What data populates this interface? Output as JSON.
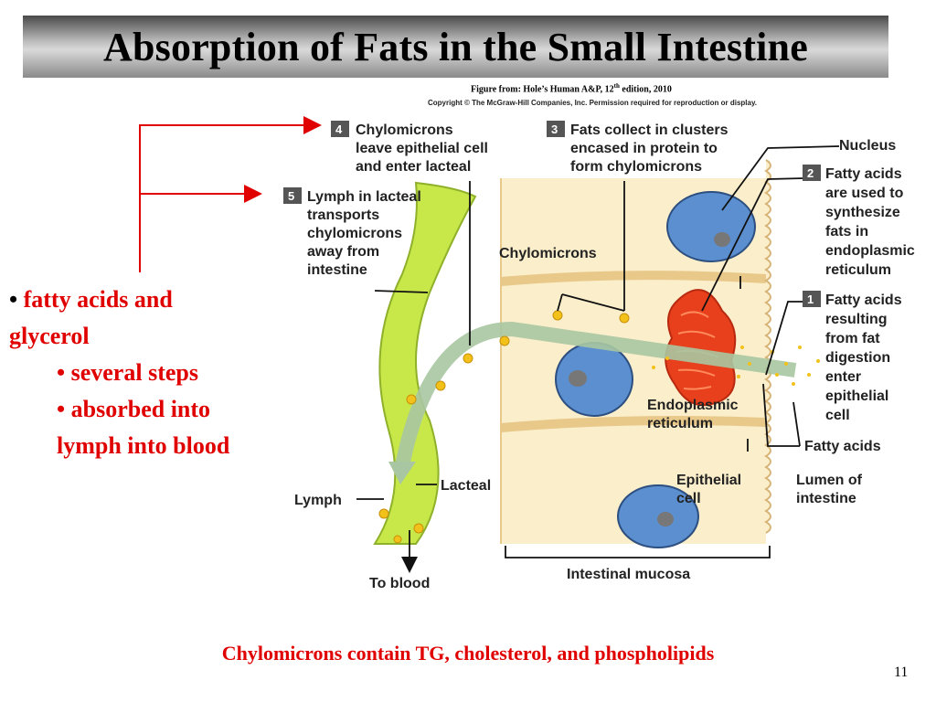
{
  "slide": {
    "title": "Absorption of Fats in the Small Intestine",
    "figure_source_prefix": "Figure from: Hole’s Human A&P, 12",
    "figure_source_sup": "th",
    "figure_source_suffix": " edition, 2010",
    "copyright": "Copyright © The McGraw-Hill Companies, Inc. Permission required for reproduction or display.",
    "bullets": [
      "fatty acids and glycerol",
      "several steps",
      "absorbed into lymph into blood"
    ],
    "caption": "Chylomicrons contain TG, cholesterol, and phospholipids",
    "page_number": "11"
  },
  "diagram": {
    "steps": [
      {
        "num": "1",
        "lines": [
          "Fatty acids",
          "resulting",
          "from fat",
          "digestion",
          "enter",
          "epithelial",
          "cell"
        ]
      },
      {
        "num": "2",
        "lines": [
          "Fatty acids",
          "are used to",
          "synthesize",
          "fats in",
          "endoplasmic",
          "reticulum"
        ]
      },
      {
        "num": "3",
        "lines": [
          "Fats collect in clusters",
          "encased in protein to",
          "form chylomicrons"
        ]
      },
      {
        "num": "4",
        "lines": [
          "Chylomicrons",
          "leave epithelial cell",
          "and enter lacteal"
        ]
      },
      {
        "num": "5",
        "lines": [
          "Lymph in lacteal",
          "transports",
          "chylomicrons",
          "away from",
          "intestine"
        ]
      }
    ],
    "labels": {
      "nucleus": "Nucleus",
      "chylomicrons": "Chylomicrons",
      "er": [
        "Endoplasmic",
        "reticulum"
      ],
      "fatty_acids": "Fatty acids",
      "epithelial_cell": [
        "Epithelial",
        "cell"
      ],
      "lumen": [
        "Lumen of",
        "intestine"
      ],
      "lacteal": "Lacteal",
      "lymph": "Lymph",
      "to_blood": "To blood",
      "intestinal_mucosa": "Intestinal mucosa"
    },
    "colors": {
      "accent_red": "#e00000",
      "cytoplasm": "#fbeecb",
      "lacteal_green": "#c8e84a",
      "nucleus_blue": "#5b8fd0",
      "er_red": "#e8401c",
      "chylomicron_yellow": "#f2c21a",
      "flow_arrow": "#a9c6a2"
    }
  }
}
